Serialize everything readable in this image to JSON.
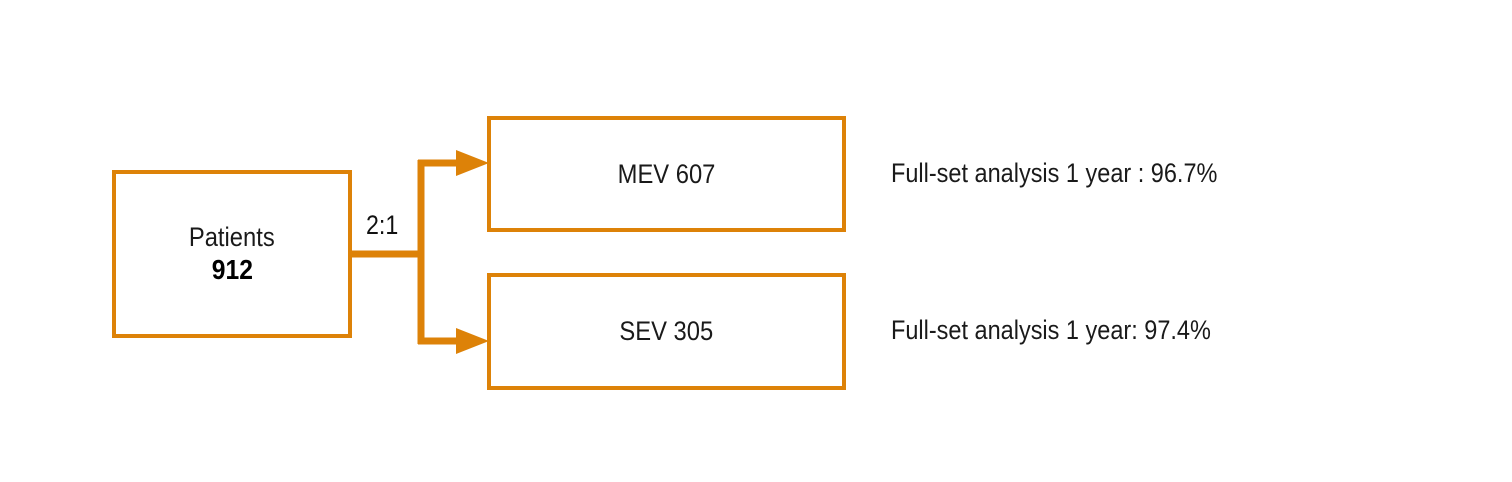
{
  "colors": {
    "accent": "#dd8208",
    "text": "#1a1a1a",
    "background": "#ffffff"
  },
  "diagram": {
    "type": "flowchart",
    "source": {
      "title": "Patients",
      "count": "912"
    },
    "ratio_label": "2:1",
    "arms": [
      {
        "box_label": "MEV 607",
        "annotation": "Full-set analysis 1 year : 96.7%"
      },
      {
        "box_label": "SEV 305",
        "annotation": "Full-set analysis 1 year: 97.4%"
      }
    ]
  }
}
